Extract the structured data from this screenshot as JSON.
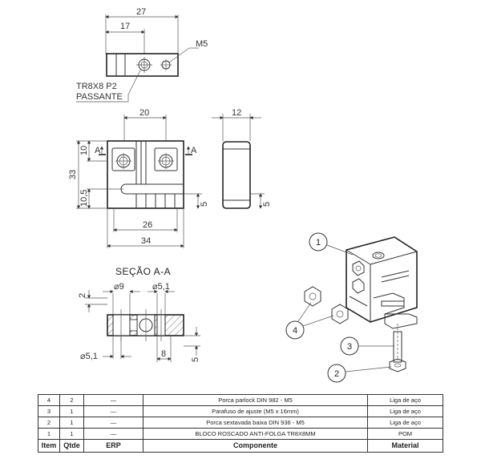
{
  "top_view": {
    "dim_overall": "27",
    "dim_offset": "17",
    "thread_label": "M5",
    "note_line1": "TR8X8 P2",
    "note_line2": "PASSANTE"
  },
  "front_view": {
    "dim_width_top": "20",
    "dim_height_total": "33",
    "dim_top_height": "10",
    "dim_slot_height": "10,5",
    "dim_lower": "5",
    "dim_inner_width": "26",
    "dim_total_width": "34",
    "section_mark": "A"
  },
  "side_view": {
    "dim_thickness": "12",
    "dim_lower": "5"
  },
  "section_view": {
    "title": "SEÇÃO A-A",
    "dim_diam_9": "⌀9",
    "dim_diam_5_1_top": "⌀5,1",
    "dim_depth": "2",
    "dim_diam_5_1_bottom": "⌀5,1",
    "dim_8": "8",
    "dim_5": "5"
  },
  "balloons": [
    "1",
    "4",
    "3",
    "2"
  ],
  "bom": {
    "headers": [
      "Item",
      "Qtde",
      "ERP",
      "Componente",
      "Material"
    ],
    "rows": [
      [
        "4",
        "2",
        "—",
        "Porca parlock DIN 982 - M5",
        "Liga de aço"
      ],
      [
        "3",
        "1",
        "—",
        "Parafuso de ajuste (M5 x 16mm)",
        "Liga de aço"
      ],
      [
        "2",
        "1",
        "—",
        "Porca sextavada baixa DIN 936 - M5",
        "Liga de aço"
      ],
      [
        "1",
        "1",
        "—",
        "BLOCO ROSCADO ANTI-FOLGA TR8X8MM",
        "POM"
      ]
    ]
  }
}
